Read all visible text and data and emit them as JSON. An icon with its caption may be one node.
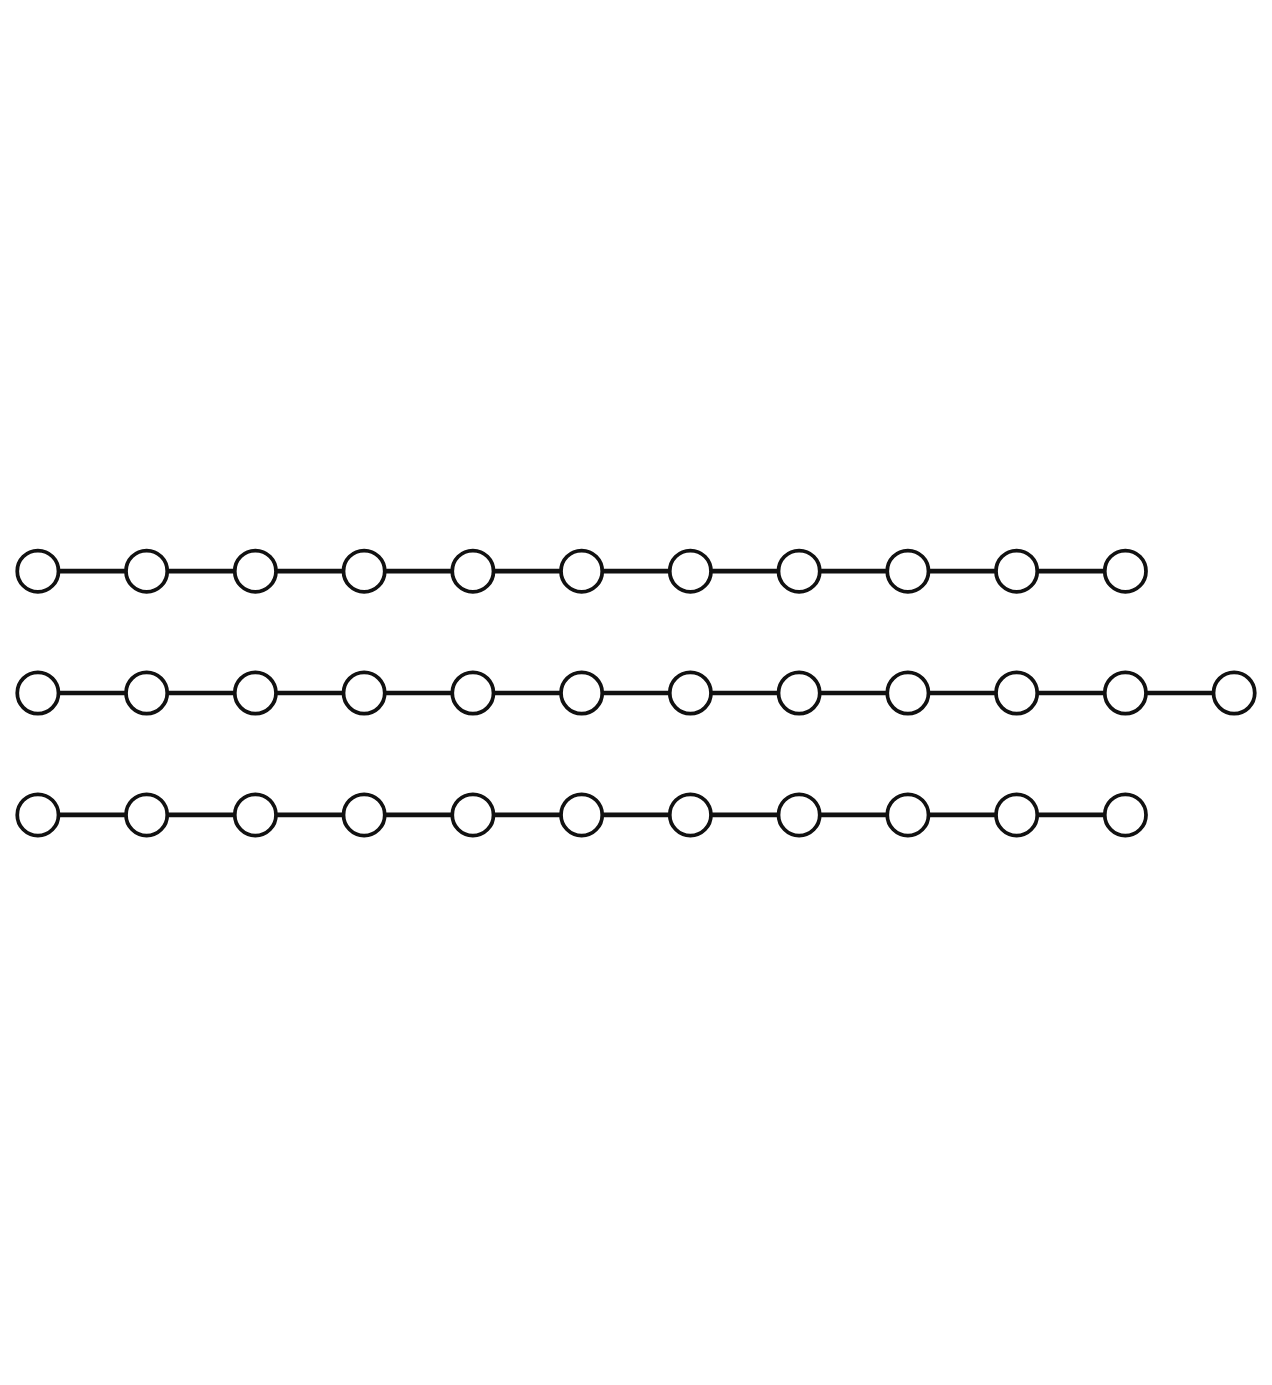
{
  "diagram": {
    "nodes": [
      {
        "text": [],
        "shape": "circle"
      },
      {
        "text": [],
        "shape": "circle"
      },
      {
        "text": [],
        "shape": "circle"
      },
      {
        "text": [],
        "shape": "circle"
      },
      {
        "text": [],
        "shape": "circle"
      },
      {
        "text": [],
        "shape": "circle"
      },
      {
        "text": [],
        "shape": "circle"
      },
      {
        "text": [],
        "shape": "circle"
      },
      {
        "text": [],
        "shape": "circle"
      },
      {
        "text": [],
        "shape": "circle"
      },
      {
        "text": [],
        "shape": "circle"
      },
      {
        "text": [],
        "shape": "circle"
      },
      {
        "text": [],
        "shape": "circle"
      },
      {
        "text": [],
        "shape": "circle"
      },
      {
        "text": [],
        "shape": "circle"
      },
      {
        "text": [],
        "shape": "circle"
      },
      {
        "text": [],
        "shape": "circle"
      },
      {
        "text": [],
        "shape": "circle"
      },
      {
        "text": [],
        "shape": "circle"
      },
      {
        "text": [],
        "shape": "circle"
      },
      {
        "text": [],
        "shape": "circle"
      },
      {
        "text": [],
        "shape": "circle"
      },
      {
        "text": [],
        "shape": "circle"
      },
      {
        "text": [],
        "shape": "circle"
      },
      {
        "text": [],
        "shape": "circle"
      },
      {
        "text": [],
        "shape": "circle"
      },
      {
        "text": [],
        "shape": "circle"
      },
      {
        "text": [],
        "shape": "circle"
      },
      {
        "text": [],
        "shape": "circle"
      },
      {
        "text": [],
        "shape": "circle"
      },
      {
        "text": [],
        "shape": "circle"
      },
      {
        "text": [],
        "shape": "circle"
      },
      {
        "text": [],
        "shape": "circle"
      },
      {
        "text": [],
        "shape": "circle"
      }
    ],
    "edges": [
      {
        "from": 0,
        "to": 1,
        "arrow": "none"
      },
      {
        "from": 1,
        "to": 2,
        "arrow": "none"
      },
      {
        "from": 2,
        "to": 3,
        "arrow": "none"
      },
      {
        "from": 3,
        "to": 4,
        "arrow": "none"
      },
      {
        "from": 4,
        "to": 5,
        "arrow": "none"
      },
      {
        "from": 5,
        "to": 6,
        "arrow": "none"
      },
      {
        "from": 6,
        "to": 7,
        "arrow": "none"
      },
      {
        "from": 7,
        "to": 8,
        "arrow": "none"
      },
      {
        "from": 8,
        "to": 9,
        "arrow": "none"
      },
      {
        "from": 9,
        "to": 10,
        "arrow": "none"
      },
      {
        "from": 11,
        "to": 12,
        "arrow": "none"
      },
      {
        "from": 12,
        "to": 13,
        "arrow": "none"
      },
      {
        "from": 13,
        "to": 14,
        "arrow": "none"
      },
      {
        "from": 14,
        "to": 15,
        "arrow": "none"
      },
      {
        "from": 15,
        "to": 16,
        "arrow": "none"
      },
      {
        "from": 16,
        "to": 17,
        "arrow": "none"
      },
      {
        "from": 17,
        "to": 18,
        "arrow": "none"
      },
      {
        "from": 18,
        "to": 19,
        "arrow": "none"
      },
      {
        "from": 19,
        "to": 20,
        "arrow": "none"
      },
      {
        "from": 20,
        "to": 21,
        "arrow": "none"
      },
      {
        "from": 21,
        "to": 22,
        "arrow": "none"
      },
      {
        "from": 23,
        "to": 24,
        "arrow": "none"
      },
      {
        "from": 24,
        "to": 25,
        "arrow": "none"
      },
      {
        "from": 25,
        "to": 26,
        "arrow": "none"
      },
      {
        "from": 26,
        "to": 27,
        "arrow": "none"
      },
      {
        "from": 27,
        "to": 28,
        "arrow": "none"
      },
      {
        "from": 28,
        "to": 29,
        "arrow": "none"
      },
      {
        "from": 29,
        "to": 30,
        "arrow": "none"
      },
      {
        "from": 30,
        "to": 31,
        "arrow": "none"
      },
      {
        "from": 31,
        "to": 32,
        "arrow": "none"
      },
      {
        "from": 32,
        "to": 33,
        "arrow": "none"
      }
    ]
  }
}
